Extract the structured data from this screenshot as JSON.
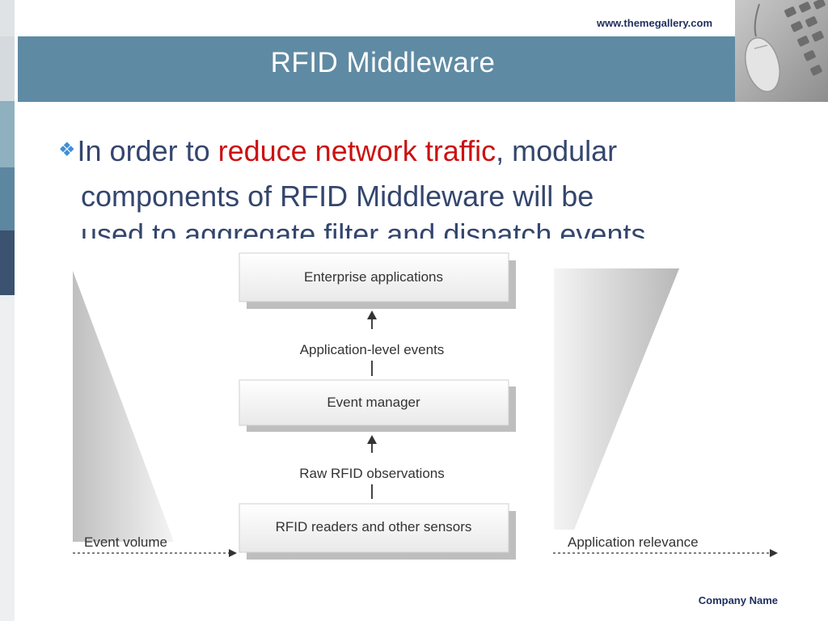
{
  "header": {
    "website": "www.themegallery.com",
    "title": "RFID Middleware"
  },
  "body": {
    "line1_before": "In order to ",
    "line1_highlight": "reduce network traffic",
    "line1_after": ", modular",
    "line2": "components  of RFID Middleware will be",
    "line3_partial": "used to aggregate filter and dispatch events"
  },
  "diagram": {
    "boxes": {
      "enterprise": "Enterprise applications",
      "event_manager": "Event manager",
      "readers": "RFID readers and other sensors"
    },
    "flows": {
      "app_events": "Application-level events",
      "raw_observations": "Raw RFID observations"
    },
    "axes": {
      "event_volume": "Event volume",
      "app_relevance": "Application relevance"
    }
  },
  "footer": {
    "company": "Company Name"
  },
  "colors": {
    "header_bar": "#5f8aa3",
    "title_text": "#ffffff",
    "highlight": "#cc1111",
    "body_text": "#34466e"
  }
}
